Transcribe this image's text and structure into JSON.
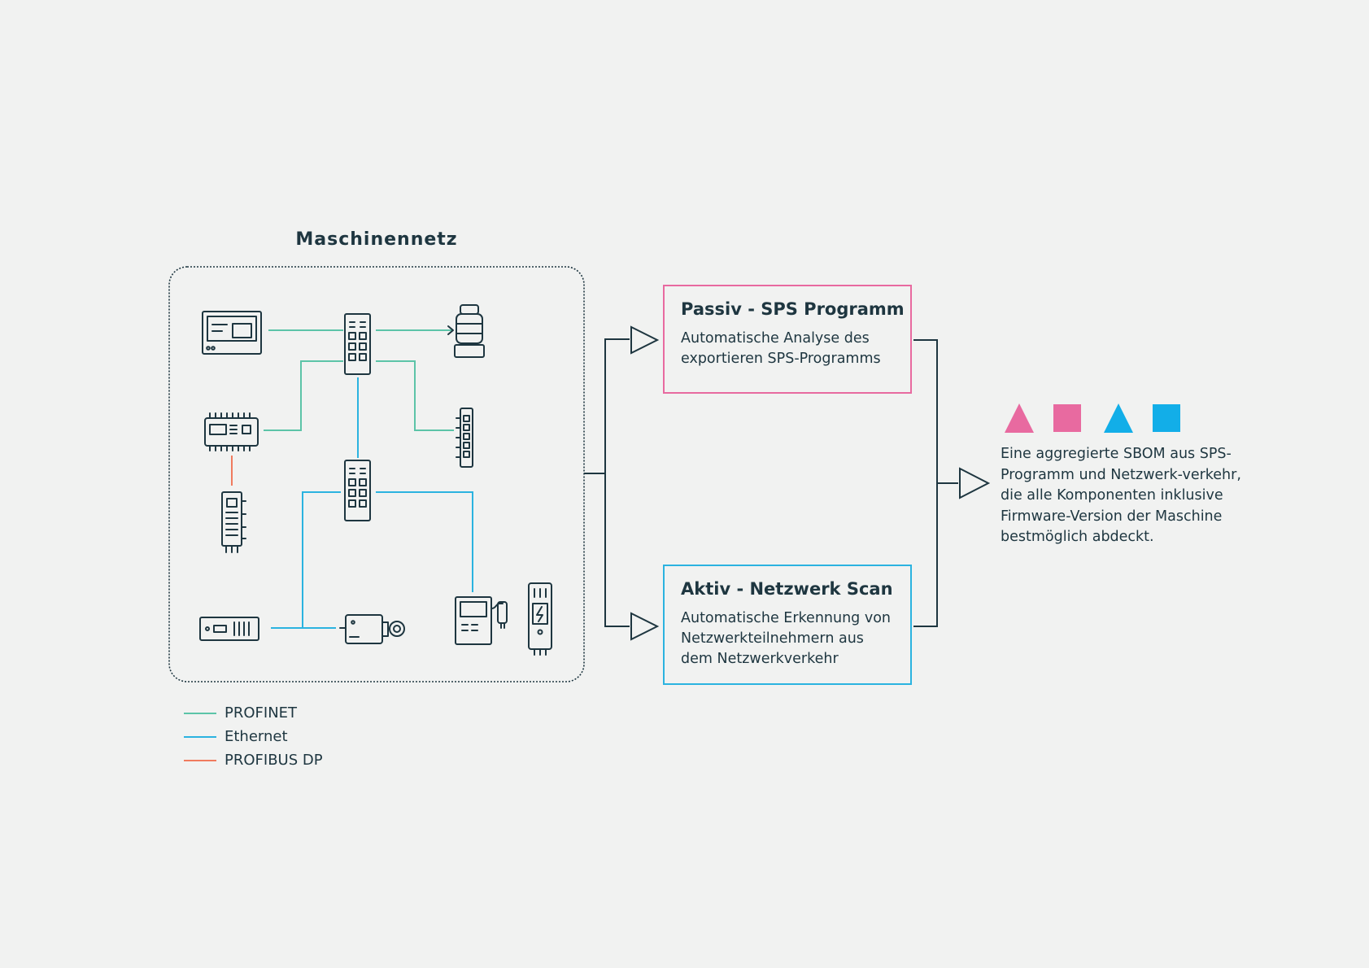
{
  "network_title": "Maschinennetz",
  "passive": {
    "title": "Passiv - SPS Programm",
    "description": "Automatische Analyse des exportieren SPS-Programms"
  },
  "active": {
    "title": "Aktiv - Netzwerk Scan",
    "description": "Automatische Erkennung von Netzwerkteilnehmern aus dem Netzwerkverkehr"
  },
  "result": {
    "text": "Eine aggregierte SBOM aus SPS-Programm und Netzwerk-verkehr, die alle Komponenten inklusive Firmware-Version der Maschine bestmöglich abdeckt."
  },
  "legend": [
    {
      "label": "PROFINET",
      "color": "#5cc4a8"
    },
    {
      "label": "Ethernet",
      "color": "#2bb3e0"
    },
    {
      "label": "PROFIBUS DP",
      "color": "#f07b5e"
    }
  ],
  "colors": {
    "ink": "#1e3640",
    "pink": "#e86aa0",
    "blue": "#12aee8",
    "profinet": "#5cc4a8",
    "ethernet": "#2bb3e0",
    "profibus": "#f07b5e"
  },
  "icons": [
    "hmi-panel-icon",
    "switch-icon",
    "valve-actuator-icon",
    "plc-module-icon",
    "io-terminal-icon",
    "io-module-icon",
    "switch-icon",
    "network-device-icon",
    "camera-icon",
    "handheld-scanner-icon",
    "power-supply-icon"
  ]
}
